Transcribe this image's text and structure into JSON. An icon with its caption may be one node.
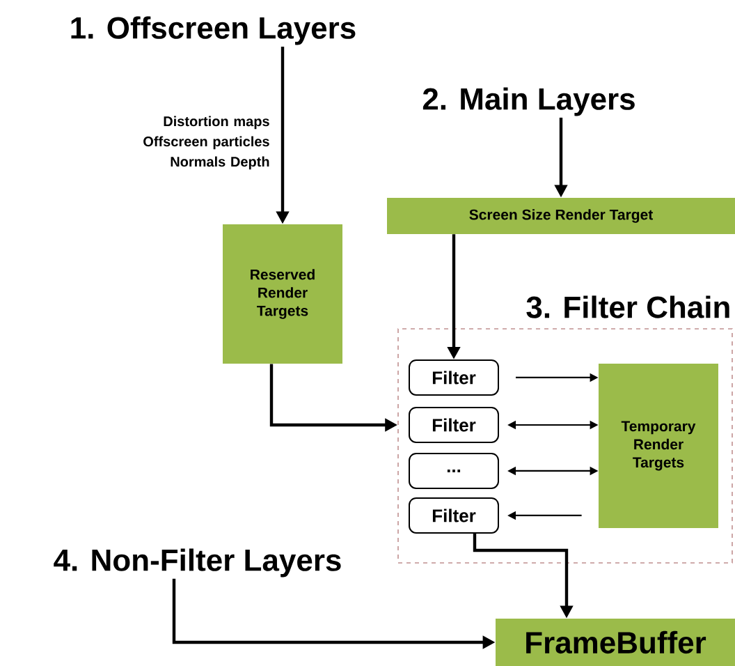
{
  "diagram": {
    "nodes": [
      {
        "text": [
          "1. Offscreen Layers"
        ]
      },
      {
        "text": [
          "Reserved Render Targets"
        ]
      },
      {
        "text": [
          "2. Main Layers"
        ]
      },
      {
        "text": [
          "Screen Size Render Target"
        ]
      },
      {
        "text": [
          "3. Filter Chain"
        ]
      },
      {
        "text": [
          "Filter"
        ],
        "in": 4
      },
      {
        "text": [
          "Filter"
        ],
        "in": 4
      },
      {
        "text": [
          "..."
        ],
        "in": 4
      },
      {
        "text": [
          "Filter"
        ],
        "in": 4
      },
      {
        "text": [
          "Temporary Render Targets"
        ],
        "in": 4
      },
      {
        "text": [
          "4. Non-Filter Layers"
        ]
      },
      {
        "text": [
          "FrameBuffer"
        ]
      }
    ],
    "edges": [
      {
        "from": 0,
        "to": 1,
        "arrow": "to",
        "label": "Distortion maps Offscreen particles Normals Depth"
      },
      {
        "from": 2,
        "to": 3,
        "arrow": "to"
      },
      {
        "from": 3,
        "to": 5,
        "arrow": "to"
      },
      {
        "from": 1,
        "to": 4,
        "arrow": "to"
      },
      {
        "from": 5,
        "to": 9,
        "arrow": "to"
      },
      {
        "from": 6,
        "to": 9,
        "arrow": "both"
      },
      {
        "from": 7,
        "to": 9,
        "arrow": "both"
      },
      {
        "from": 9,
        "to": 8,
        "arrow": "to"
      },
      {
        "from": 8,
        "to": 11,
        "arrow": "to"
      },
      {
        "from": 10,
        "to": 11,
        "arrow": "to"
      }
    ]
  }
}
